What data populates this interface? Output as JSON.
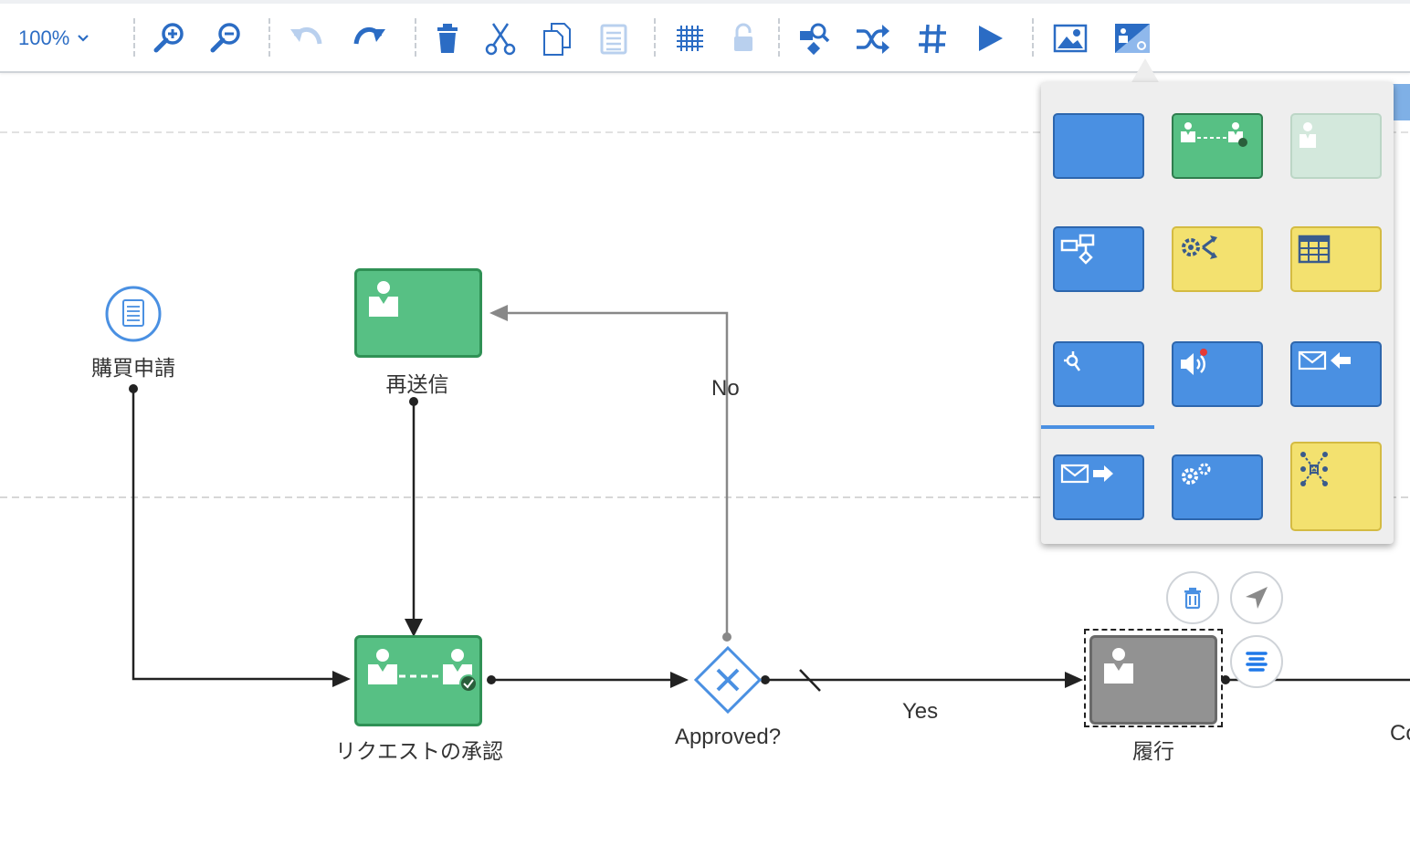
{
  "toolbar": {
    "zoom_label": "100%",
    "buttons": [
      "zoom-in",
      "zoom-out",
      "undo",
      "redo",
      "delete",
      "cut",
      "copy",
      "paste",
      "grid",
      "lock",
      "find-element",
      "shuffle",
      "numbering",
      "run",
      "image",
      "image-settings"
    ]
  },
  "diagram": {
    "start_event_label": "購買申請",
    "resubmit_task_label": "再送信",
    "approve_task_label": "リクエストの承認",
    "gateway_label": "Approved?",
    "fulfill_task_label": "履行",
    "flow_no_label": "No",
    "flow_yes_label": "Yes",
    "cut_label": "Co"
  },
  "palette": {
    "items": [
      {
        "style": "blue",
        "icon": "blank"
      },
      {
        "style": "green",
        "icon": "approval-user-icon"
      },
      {
        "style": "palegreen",
        "icon": "user-icon"
      },
      {
        "style": "blue",
        "icon": "subprocess-icon"
      },
      {
        "style": "yellow",
        "icon": "gear-branch-icon"
      },
      {
        "style": "yellow",
        "icon": "table-icon"
      },
      {
        "style": "blue",
        "icon": "script-icon"
      },
      {
        "style": "blue",
        "icon": "notification-icon"
      },
      {
        "style": "blue",
        "icon": "receive-mail-icon"
      },
      {
        "style": "blue",
        "icon": "send-mail-icon"
      },
      {
        "style": "blue",
        "icon": "gears-icon"
      },
      {
        "style": "yellow",
        "icon": "connector-icon"
      }
    ]
  },
  "colors": {
    "accent": "#2b6cc4",
    "task_green": "#57c084",
    "task_gray": "#929292",
    "palette_blue": "#4a90e2",
    "palette_yellow": "#f3e16f"
  }
}
